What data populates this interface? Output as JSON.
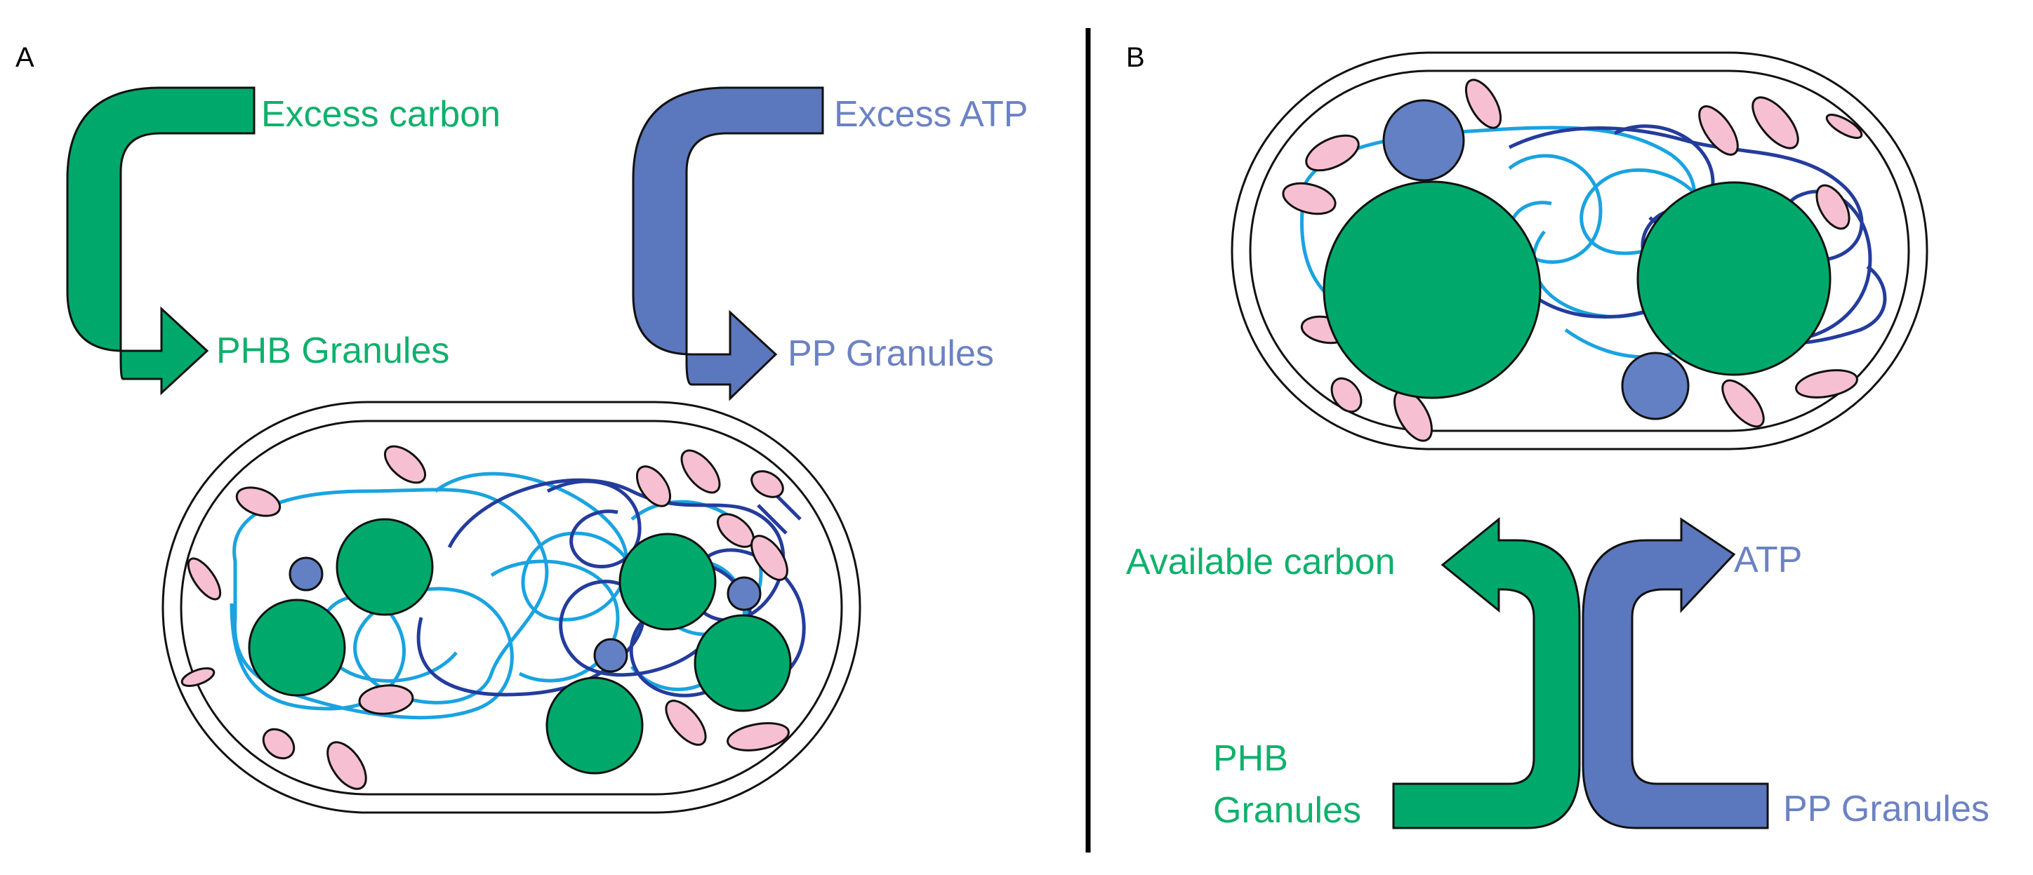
{
  "colors": {
    "carbon": "#00a96b",
    "carbon_text": "#0fb06c",
    "atp": "#5b77bd",
    "atp_text": "#6c82c4",
    "granule_pp": "#6480c4",
    "ribosome": "#f7c0d2",
    "dna_light": "#1aa3e0",
    "dna_dark": "#243c9c",
    "outline": "#111111"
  },
  "panel_a": {
    "letter": "A",
    "arrow_carbon": {
      "start_label": "Excess carbon",
      "end_label": "PHB Granules"
    },
    "arrow_atp": {
      "start_label": "Excess ATP",
      "end_label": "PP Granules"
    }
  },
  "panel_b": {
    "letter": "B",
    "arrow_carbon": {
      "start_label": "PHB Granules",
      "end_label": "Available carbon"
    },
    "arrow_atp": {
      "start_label": "PP Granules",
      "end_label": "ATP"
    }
  }
}
